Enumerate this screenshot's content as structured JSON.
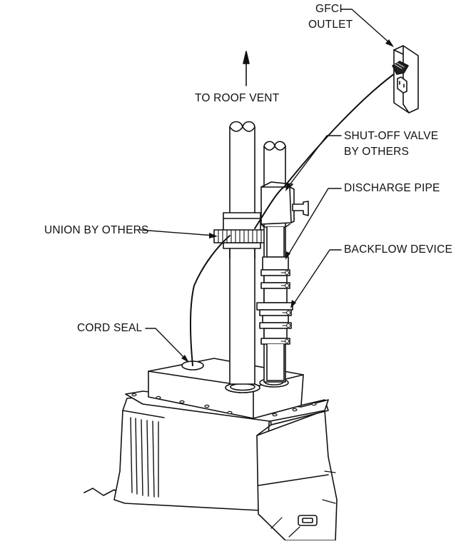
{
  "labels": {
    "gfci_line1": "GFCI",
    "gfci_line2": "OUTLET",
    "roof_vent": "TO ROOF VENT",
    "shutoff_line1": "SHUT-OFF VALVE",
    "shutoff_line2": "BY OTHERS",
    "discharge_pipe": "DISCHARGE PIPE",
    "union": "UNION BY OTHERS",
    "backflow": "BACKFLOW DEVICE",
    "cord_seal": "CORD SEAL"
  },
  "colors": {
    "line": "#111111",
    "background": "#ffffff"
  }
}
